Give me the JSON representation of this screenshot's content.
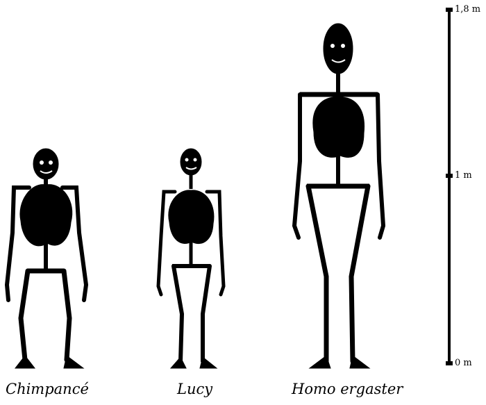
{
  "figures": [
    {
      "id": "chimpanze",
      "caption": "Chimpancé"
    },
    {
      "id": "lucy",
      "caption": "Lucy"
    },
    {
      "id": "homo-ergaster",
      "caption": "Homo ergaster"
    }
  ],
  "scale": {
    "top_label": "1,8 m",
    "mid_label": "1 m",
    "bottom_label": "0 m"
  },
  "colors": {
    "ink": "#000000",
    "background": "#ffffff"
  }
}
